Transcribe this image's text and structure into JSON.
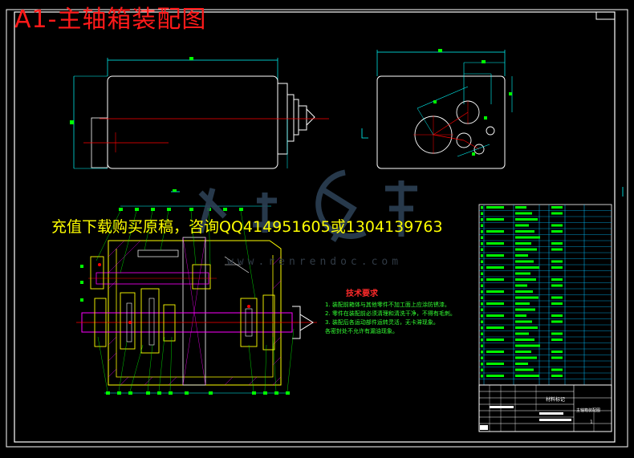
{
  "drawing": {
    "title": "A1-主轴箱装配图",
    "watermark_text": "充值下载购买原稿，咨询QQ414951605或1304139763",
    "watermark_site": "www.renrendoc.com",
    "tech_requirements": {
      "heading": "技术要求",
      "lines": [
        "1. 装配前箱体与其他零件不加工面上应涂防锈漆。",
        "2. 零件在装配前必须清理和清洗干净，不得有毛刺。",
        "3. 装配后各运动部件运转灵活，无卡滞现象。",
        "   各密封处不允许有漏油现象。"
      ]
    },
    "title_block": {
      "material_label": "材料标记",
      "drawing_name": "主轴箱装配图",
      "sheet": "1"
    }
  },
  "colors": {
    "background": "#000000",
    "frame": "#ffffff",
    "dimension": "#00ffff",
    "part": "#ffffff",
    "section": "#ffff00",
    "hatch": "#ff00ff",
    "leader": "#00ff00",
    "centerline": "#ff0000",
    "table": "#00ff00",
    "table_grid": "#00bfff"
  }
}
